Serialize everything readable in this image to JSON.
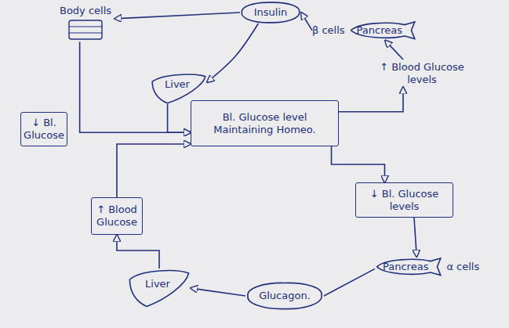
{
  "diagram": {
    "nodes": [
      {
        "text": [
          "Body cells"
        ]
      },
      {
        "text": [
          "Insulin"
        ]
      },
      {
        "text": [
          "β cells",
          "Pancreas"
        ]
      },
      {
        "text": [
          "↑ Blood Glucose levels"
        ]
      },
      {
        "text": [
          "Liver"
        ]
      },
      {
        "text": [
          "↓ Bl. Glucose"
        ]
      },
      {
        "text": [
          "Bl. Glucose level Maintaining Homeo."
        ]
      },
      {
        "text": [
          "↓ Bl. Glucose levels"
        ]
      },
      {
        "text": [
          "↑ Blood Glucose"
        ]
      },
      {
        "text": [
          "Liver"
        ]
      },
      {
        "text": [
          "Glucagon."
        ]
      },
      {
        "text": [
          "Pancreas",
          "α cells"
        ]
      }
    ],
    "edges": [
      {
        "from": 6,
        "to": 3,
        "arrow": "to"
      },
      {
        "from": 3,
        "to": 2,
        "arrow": "to"
      },
      {
        "from": 2,
        "to": 1,
        "arrow": "to"
      },
      {
        "from": 1,
        "to": 0,
        "arrow": "to"
      },
      {
        "from": 1,
        "to": 4,
        "arrow": "to"
      },
      {
        "from": 0,
        "to": 6,
        "arrow": "to"
      },
      {
        "from": 4,
        "to": 6,
        "arrow": "to"
      },
      {
        "from": 6,
        "to": 7,
        "arrow": "to"
      },
      {
        "from": 7,
        "to": 11,
        "arrow": "to"
      },
      {
        "from": 11,
        "to": 10,
        "arrow": "none"
      },
      {
        "from": 10,
        "to": 9,
        "arrow": "to"
      },
      {
        "from": 9,
        "to": 8,
        "arrow": "to"
      },
      {
        "from": 8,
        "to": 6,
        "arrow": "to"
      }
    ]
  }
}
